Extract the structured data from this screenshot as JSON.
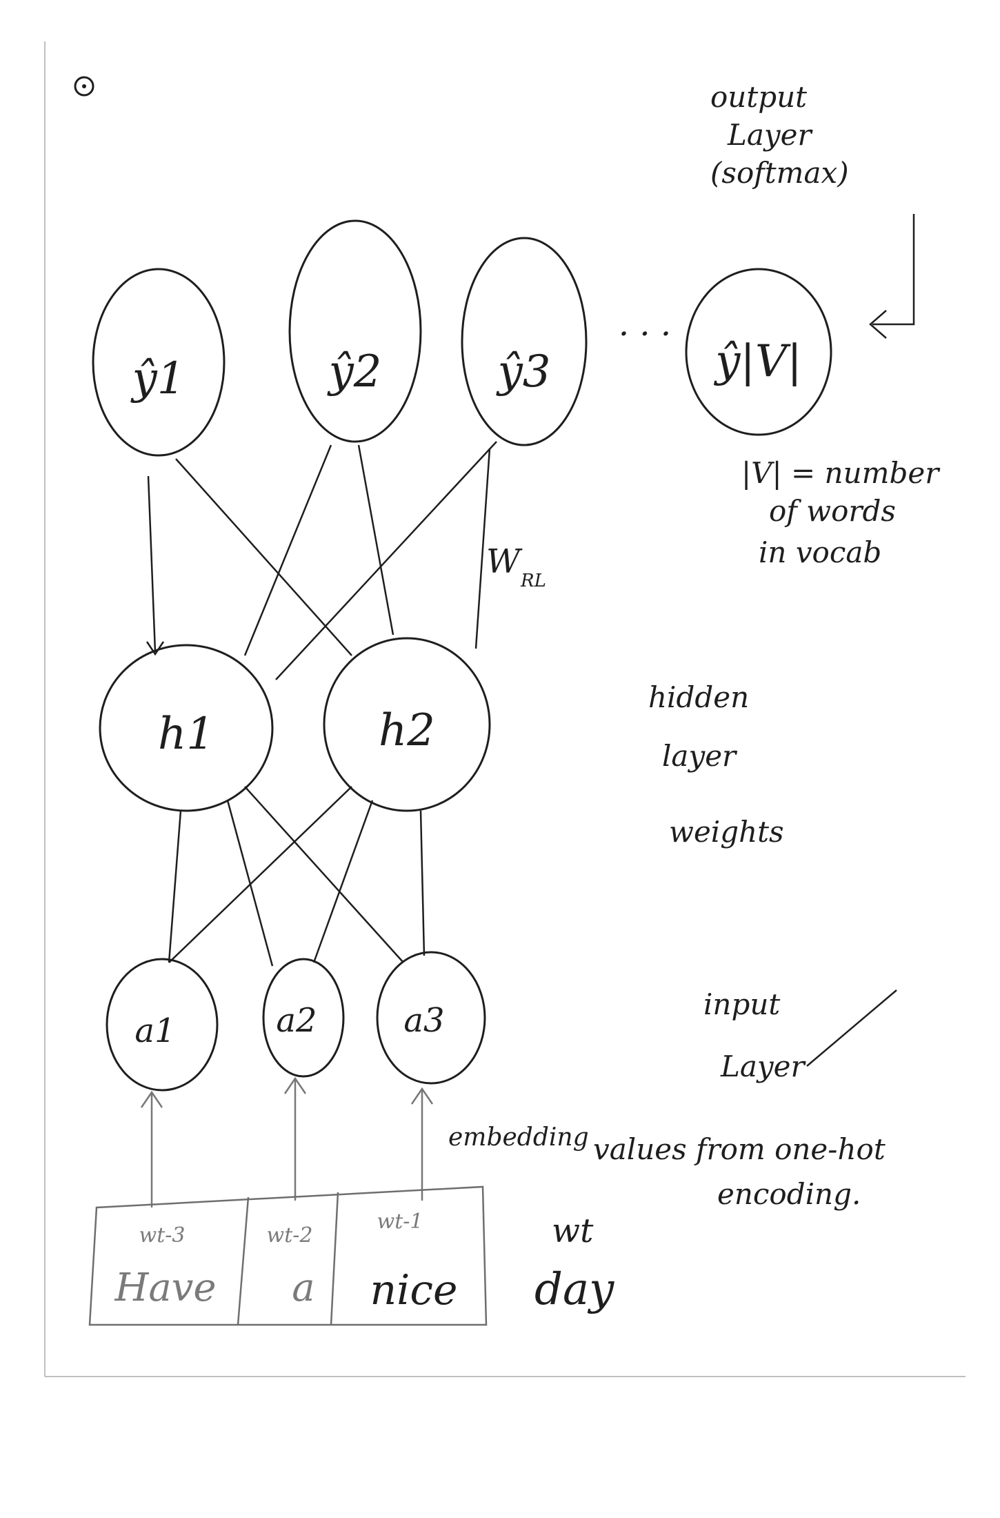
{
  "page_marker": "⊙",
  "output_layer": {
    "note": [
      "output",
      "Layer",
      "(softmax)"
    ],
    "nodes": [
      "ŷ1",
      "ŷ2",
      "ŷ3",
      "ŷ|V|"
    ],
    "ellipsis": "· · ·"
  },
  "vocab_note": [
    "|V| = number",
    "of words",
    "in vocab"
  ],
  "weight_label": "W",
  "weight_label_sub": "RL",
  "hidden_layer": {
    "nodes": [
      "h1",
      "h2"
    ],
    "note": [
      "hidden",
      "layer",
      "weights"
    ]
  },
  "input_layer": {
    "nodes": [
      "a1",
      "a2",
      "a3"
    ],
    "note": [
      "input",
      "Layer"
    ]
  },
  "embedding_note": [
    "embedding",
    "values from one-hot",
    "encoding."
  ],
  "words": [
    {
      "index": "wt-3",
      "word": "Have"
    },
    {
      "index": "wt-2",
      "word": "a"
    },
    {
      "index": "wt-1",
      "word": "nice"
    }
  ],
  "target": {
    "index": "wt",
    "word": "day"
  },
  "colors": {
    "ink": "#1e1e1e",
    "faint_ink": "#777777",
    "paper": "#ffffff"
  }
}
